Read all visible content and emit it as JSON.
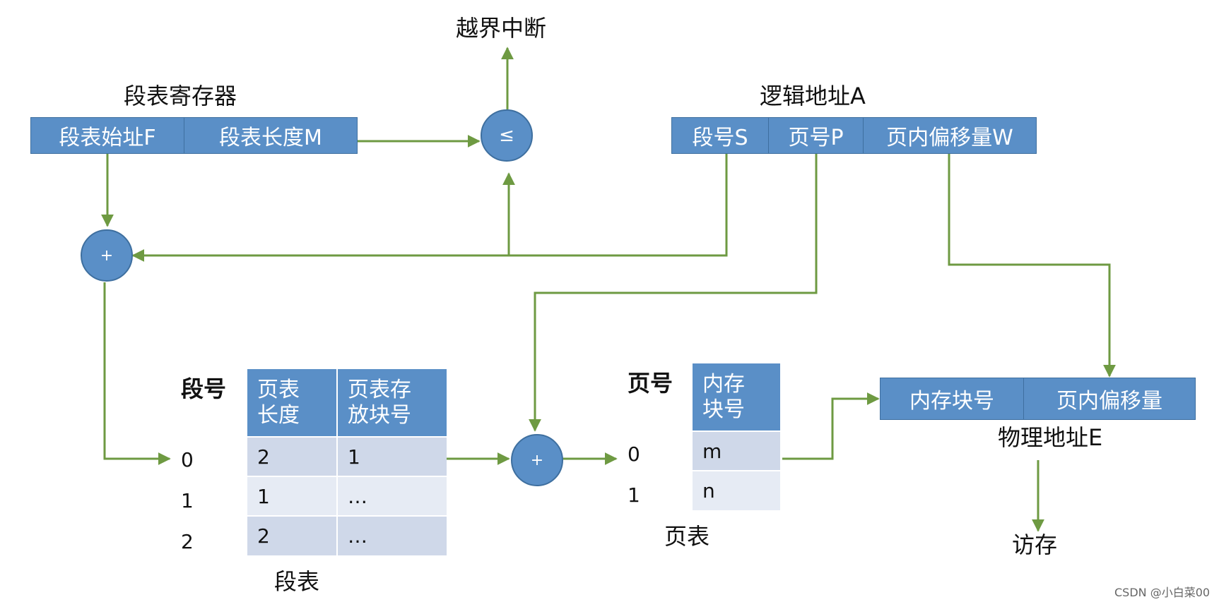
{
  "labels": {
    "overflow": "越界中断",
    "seg_reg": "段表寄存器",
    "logical": "逻辑地址A",
    "seg_no": "段号",
    "page_no": "页号",
    "seg_table": "段表",
    "page_table": "页表",
    "physical": "物理地址E",
    "access": "访存"
  },
  "seg_register": {
    "start": "段表始址F",
    "length": "段表长度M"
  },
  "logical_address": {
    "seg": "段号S",
    "page": "页号P",
    "offset": "页内偏移量W"
  },
  "physical_address": {
    "block": "内存块号",
    "offset": "页内偏移量"
  },
  "compare_op": "≤",
  "adder_op": "+",
  "segment_table": {
    "headers": [
      "页表\n长度",
      "页表存\n放块号"
    ],
    "rows": [
      {
        "index": "0",
        "len": "2",
        "block": "1"
      },
      {
        "index": "1",
        "len": "1",
        "block": "…"
      },
      {
        "index": "2",
        "len": "2",
        "block": "…"
      }
    ]
  },
  "page_table": {
    "header": "内存\n块号",
    "rows": [
      {
        "index": "0",
        "block": "m"
      },
      {
        "index": "1",
        "block": "n"
      }
    ]
  },
  "watermark": "CSDN @小白菜00",
  "colors": {
    "box": "#5a8fc7",
    "arrow": "#6e9a42",
    "row_dark": "#cfd8e9",
    "row_light": "#e6ebf4"
  }
}
